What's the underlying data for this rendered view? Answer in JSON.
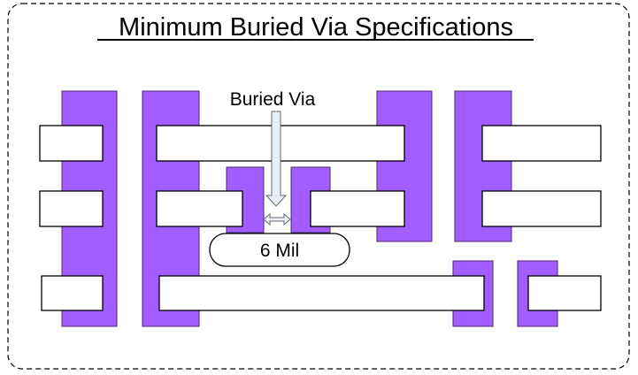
{
  "title": "Minimum Buried Via Specifications",
  "via_label": "Buried Via",
  "spacing_label": "6 Mil",
  "colors": {
    "copper": "#a25cff",
    "pad": "#ffffff",
    "outline": "#000000",
    "arrow": "#e8eef6"
  }
}
